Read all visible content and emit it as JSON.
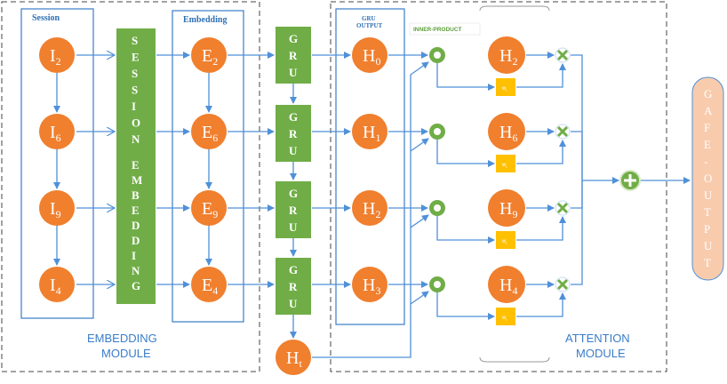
{
  "modules": {
    "embedding_line1": "EMBEDDING",
    "embedding_line2": "MODULE",
    "attention_line1": "ATTENTION",
    "attention_line2": "MODULE"
  },
  "box_titles": {
    "session": "Session",
    "embedding": "Embedding",
    "gru_output_line1": "GRU",
    "gru_output_line2": "OUTPUT",
    "inner_product": "INNER-PRODUCT"
  },
  "session_nodes": [
    {
      "base": "I",
      "sub": "2"
    },
    {
      "base": "I",
      "sub": "6"
    },
    {
      "base": "I",
      "sub": "9"
    },
    {
      "base": "I",
      "sub": "4"
    }
  ],
  "embedding_nodes": [
    {
      "base": "E",
      "sub": "2"
    },
    {
      "base": "E",
      "sub": "6"
    },
    {
      "base": "E",
      "sub": "9"
    },
    {
      "base": "E",
      "sub": "4"
    }
  ],
  "session_embedding_bar": {
    "word1": [
      "S",
      "E",
      "S",
      "S",
      "I",
      "O",
      "N"
    ],
    "word2": [
      "E",
      "M",
      "B",
      "E",
      "D",
      "D",
      "I",
      "N",
      "G"
    ]
  },
  "gru_blocks": [
    {
      "letters": [
        "G",
        "R",
        "U"
      ]
    },
    {
      "letters": [
        "G",
        "R",
        "U"
      ]
    },
    {
      "letters": [
        "G",
        "R",
        "U"
      ]
    },
    {
      "letters": [
        "G",
        "R",
        "U"
      ]
    }
  ],
  "gru_output_nodes": [
    {
      "base": "H",
      "sub": "0"
    },
    {
      "base": "H",
      "sub": "1"
    },
    {
      "base": "H",
      "sub": "2"
    },
    {
      "base": "H",
      "sub": "3"
    }
  ],
  "ht_node": {
    "base": "H",
    "sub": "t"
  },
  "attention_nodes": [
    {
      "base": "H",
      "sub": "2"
    },
    {
      "base": "H",
      "sub": "6"
    },
    {
      "base": "H",
      "sub": "9"
    },
    {
      "base": "H",
      "sub": "4"
    }
  ],
  "weight_label": "w",
  "weight_sub": "t",
  "output_bar": {
    "letters": [
      "G",
      "A",
      "F",
      "E",
      "-",
      "O",
      "U",
      "T",
      "P",
      "U",
      "T"
    ]
  },
  "colors": {
    "orange": "#f07f2e",
    "green": "#70ad47",
    "yellow": "#ffc000",
    "blue": "#4f90d9",
    "output_fill": "#f8cbad"
  }
}
